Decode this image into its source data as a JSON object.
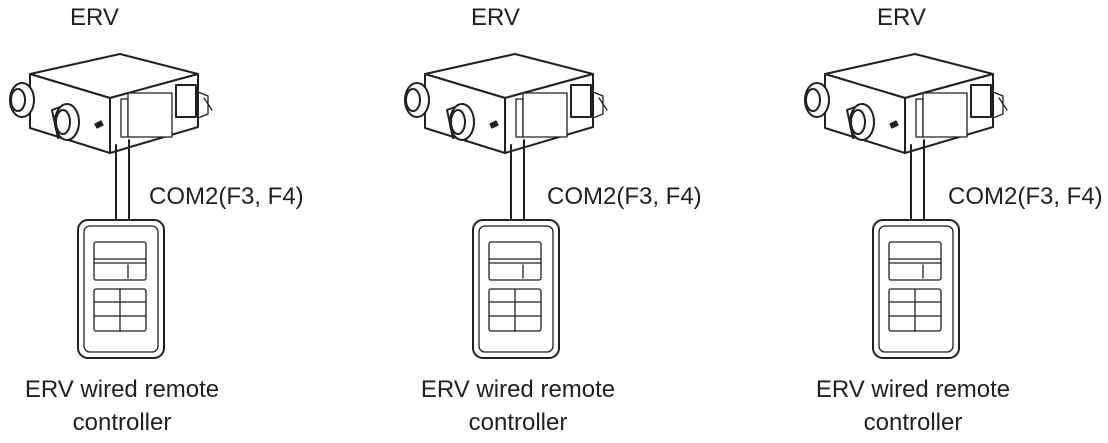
{
  "units": [
    {
      "title": "ERV",
      "bus_label": "COM2(F3, F4)",
      "controller_label_line1": "ERV wired remote",
      "controller_label_line2": "controller"
    },
    {
      "title": "ERV",
      "bus_label": "COM2(F3, F4)",
      "controller_label_line1": "ERV wired remote",
      "controller_label_line2": "controller"
    },
    {
      "title": "ERV",
      "bus_label": "COM2(F3, F4)",
      "controller_label_line1": "ERV wired remote",
      "controller_label_line2": "controller"
    }
  ]
}
